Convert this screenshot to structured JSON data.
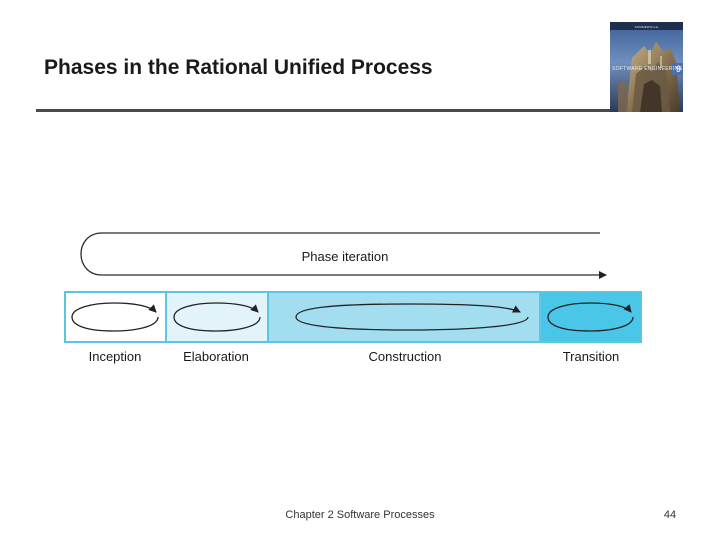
{
  "slide": {
    "title": "Phases in the Rational Unified Process"
  },
  "book_cover": {
    "series_line": "SOMMERVILLE",
    "title": "SOFTWARE ENGINEERING",
    "edition": "9"
  },
  "diagram": {
    "iteration_label": "Phase iteration",
    "phases": [
      {
        "label": "Inception",
        "fill": "#ffffff"
      },
      {
        "label": "Elaboration",
        "fill": "#e2f4fa"
      },
      {
        "label": "Construction",
        "fill": "#a3def0"
      },
      {
        "label": "Transition",
        "fill": "#4ac6e8"
      }
    ],
    "border_color": "#5bc6e4"
  },
  "footer": {
    "chapter": "Chapter 2 Software Processes",
    "page_number": "44"
  }
}
